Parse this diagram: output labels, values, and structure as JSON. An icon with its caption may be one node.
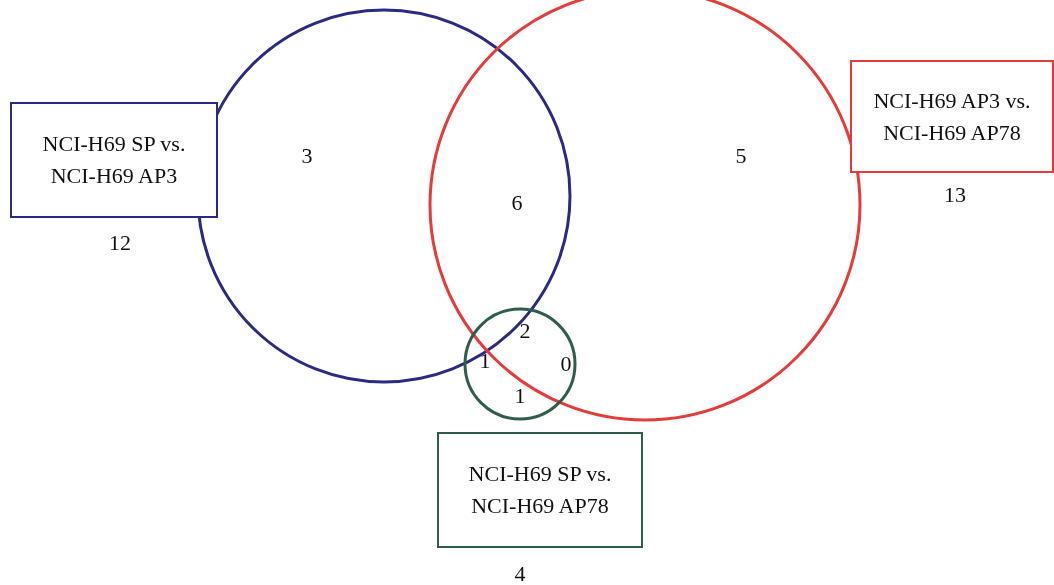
{
  "diagram": {
    "nodes": [
      {
        "text": [
          "NCI-H69 SP vs. NCI-H69 AP3"
        ],
        "beside": [
          "12"
        ]
      },
      {
        "text": [
          "NCI-H69 AP3 vs. NCI-H69 AP78"
        ],
        "beside": [
          "13"
        ]
      },
      {
        "text": [
          "NCI-H69 SP vs. NCI-H69 AP78"
        ],
        "beside": [
          "4"
        ]
      }
    ],
    "edges": [],
    "labels": [
      "3",
      "6",
      "5",
      "2",
      "1",
      "0",
      "1"
    ]
  }
}
